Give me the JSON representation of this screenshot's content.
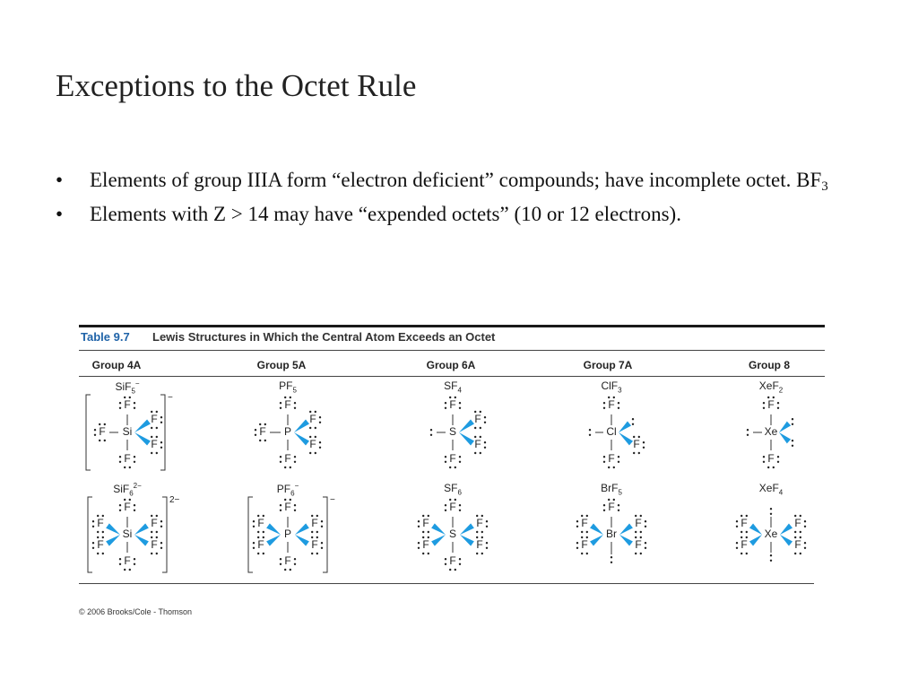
{
  "slide": {
    "title": "Exceptions to the Octet Rule",
    "bullets": [
      {
        "marker": "•",
        "text": "Elements of group IIIA form “electron deficient” compounds; have incomplete octet. BF",
        "sub": "3"
      },
      {
        "marker": "•",
        "text": "Elements with Z > 14 may have “expended octets” (10 or 12 electrons).",
        "sub": ""
      }
    ]
  },
  "table": {
    "label": "Table 9.7",
    "caption": "Lewis Structures in Which the Central Atom Exceeds an Octet",
    "groups": [
      "Group 4A",
      "Group 5A",
      "Group 6A",
      "Group 7A",
      "Group 8"
    ],
    "row1": [
      {
        "base": "SiF",
        "sub": "5",
        "sup": "−",
        "center": "Si",
        "charge": "−"
      },
      {
        "base": "PF",
        "sub": "5",
        "sup": "",
        "center": "P",
        "charge": ""
      },
      {
        "base": "SF",
        "sub": "4",
        "sup": "",
        "center": "S",
        "charge": ""
      },
      {
        "base": "ClF",
        "sub": "3",
        "sup": "",
        "center": "Cl",
        "charge": ""
      },
      {
        "base": "XeF",
        "sub": "2",
        "sup": "",
        "center": "Xe",
        "charge": ""
      }
    ],
    "row2": [
      {
        "base": "SiF",
        "sub": "6",
        "sup": "2−",
        "center": "Si",
        "charge": "2−"
      },
      {
        "base": "PF",
        "sub": "6",
        "sup": "−",
        "center": "P",
        "charge": "−"
      },
      {
        "base": "SF",
        "sub": "6",
        "sup": "",
        "center": "S",
        "charge": ""
      },
      {
        "base": "BrF",
        "sub": "5",
        "sup": "",
        "center": "Br",
        "charge": ""
      },
      {
        "base": "XeF",
        "sub": "4",
        "sup": "",
        "center": "Xe",
        "charge": ""
      }
    ],
    "atom": "F",
    "copyright": "© 2006 Brooks/Cole - Thomson"
  },
  "colors": {
    "table_label": "#1f63a8",
    "wedge": "#1e9be0",
    "rule": "#1a1a1a"
  }
}
